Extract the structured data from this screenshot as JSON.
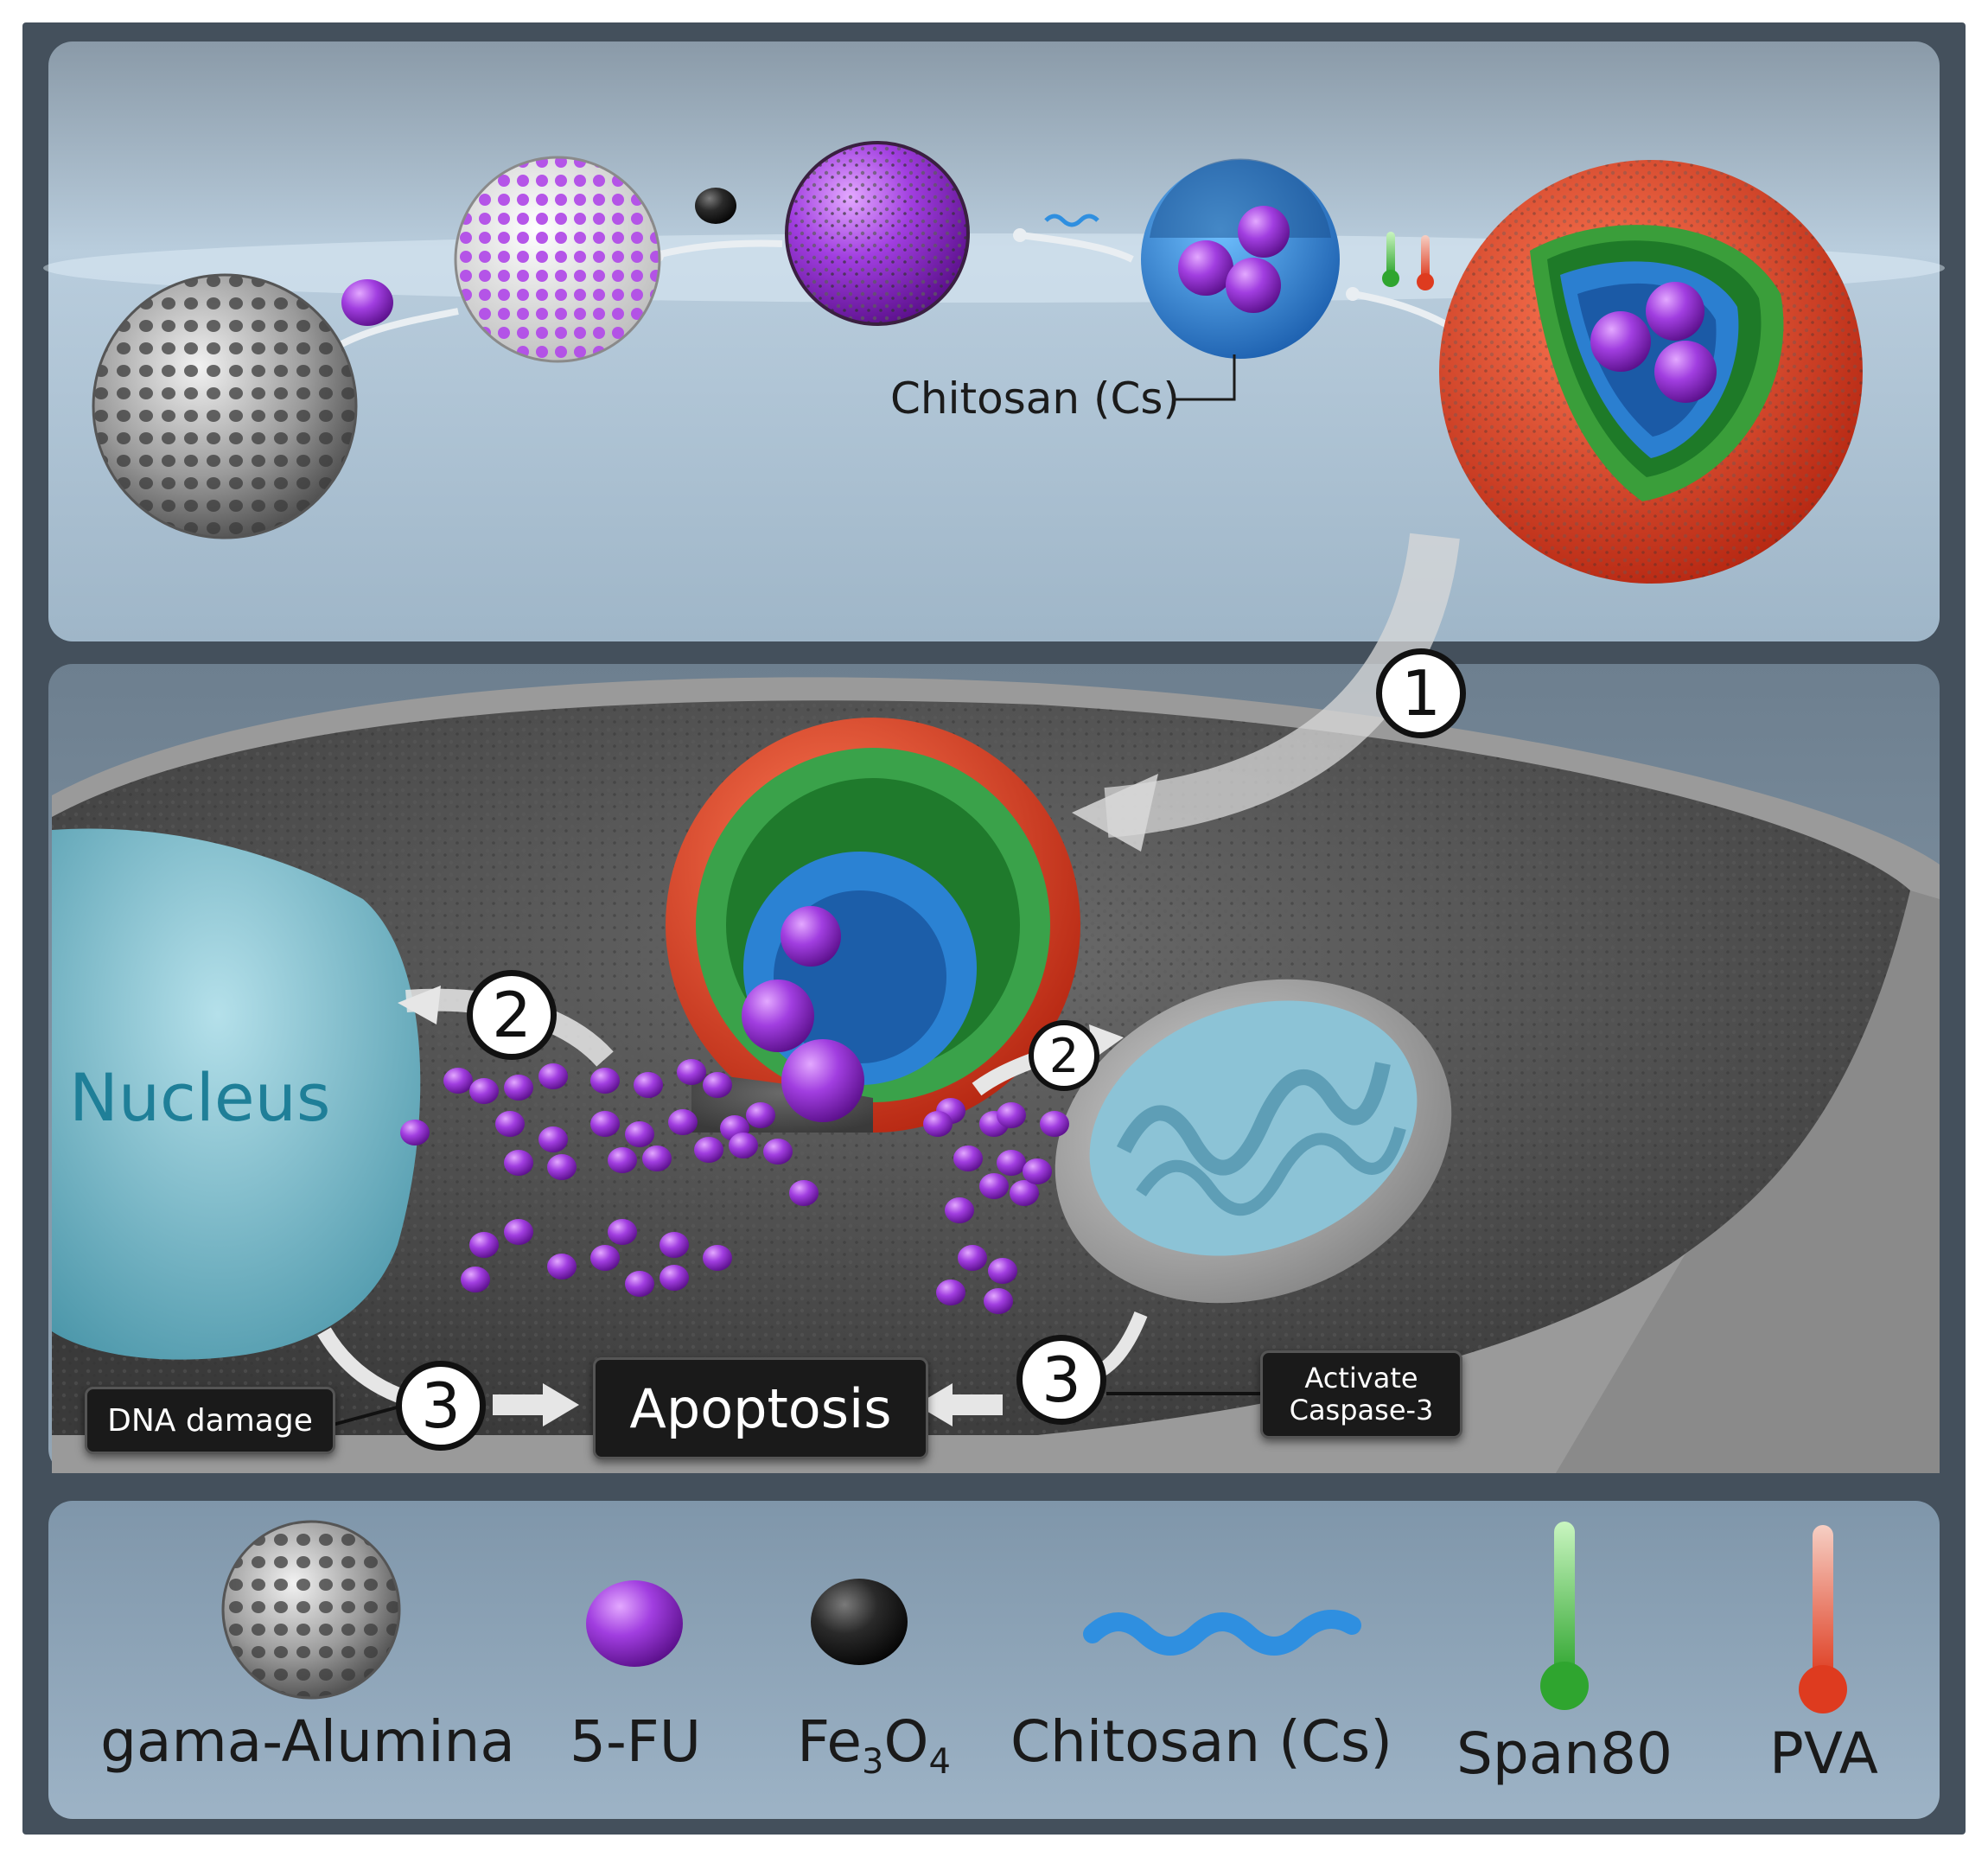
{
  "top_panel": {
    "chitosan_callout": "Chitosan (Cs)"
  },
  "cell_panel": {
    "nucleus_label": "Nucleus",
    "apoptosis_label": "Apoptosis",
    "dna_damage_label": "DNA damage",
    "caspase_label_line1": "Activate",
    "caspase_label_line2": "Caspase-3",
    "step_numbers": {
      "uptake": "1",
      "release_nucleus": "2",
      "release_mito": "2",
      "apoptosis_left": "3",
      "apoptosis_right": "3"
    }
  },
  "legend": {
    "alumina": "gama-Alumina",
    "fu": "5-FU",
    "fe_base": "Fe",
    "fe_sub1": "3",
    "fe_o": "O",
    "fe_sub2": "4",
    "chitosan": "Chitosan (Cs)",
    "span80": "Span80",
    "pva": "PVA"
  },
  "colors": {
    "frame": "#3f4f5e",
    "top_bg": "#a9bfd0",
    "drug_purple": "#9b2fd6",
    "chitosan_blue": "#2f8fe0",
    "span_green": "#3cb43c",
    "pva_red": "#e2472a",
    "nucleus_teal": "#7fc1cf",
    "cytoplasm": "#4c4c4c"
  }
}
